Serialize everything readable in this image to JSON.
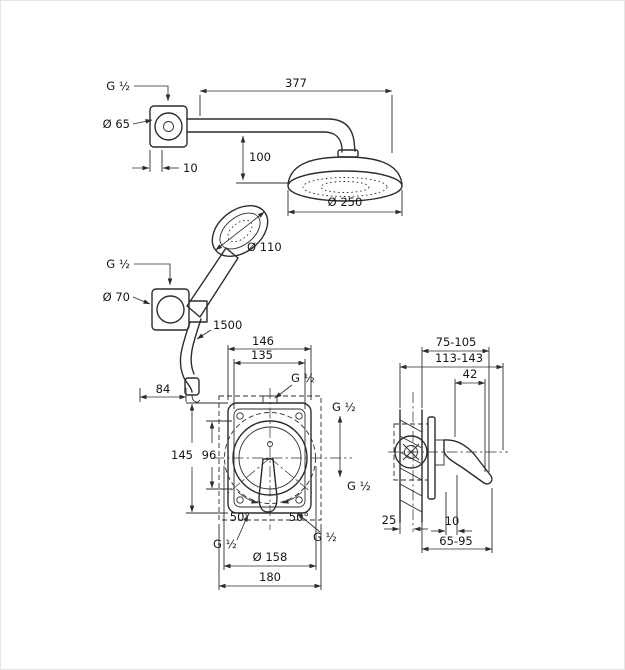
{
  "meta": {
    "background": "#ffffff",
    "line_color": "#2d2d2d"
  },
  "head_shower": {
    "thread": "G ½",
    "flange_dia": "Ø 65",
    "arm_length": "377",
    "head_drop": "100",
    "flange_depth": "10",
    "spray_dia": "Ø 250"
  },
  "hand_shower": {
    "spray_dia": "Ø 110",
    "holder_thread": "G ½",
    "holder_flange_dia": "Ø 70",
    "hose_length": "1500",
    "holder_offset": "84"
  },
  "valve_front": {
    "plate_width": "146",
    "hole_spacing": "135",
    "top_thread": "G ½",
    "right_thread_upper": "G ½",
    "right_thread_lower": "G ½",
    "plate_height": "145",
    "inner_height": "96",
    "angle_left": "50°",
    "angle_right": "50°",
    "bottom_thread_left": "G ½",
    "bottom_thread_right": "G ½",
    "body_dia": "Ø 158",
    "box_width": "180"
  },
  "valve_side": {
    "depth_range_upper": "75-105",
    "depth_range_total": "113-143",
    "handle_offset": "42",
    "plate_offset": "25",
    "sleeve_depth": "10",
    "body_depth_range": "65-95"
  }
}
